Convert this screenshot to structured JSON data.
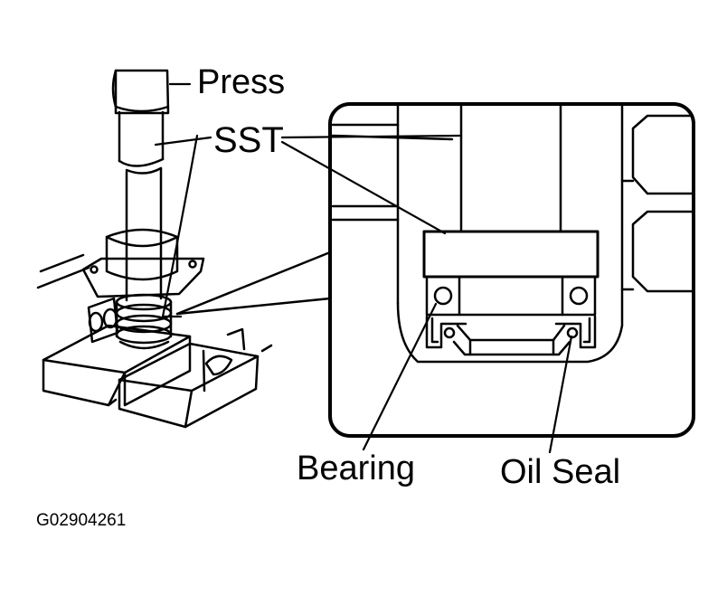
{
  "labels": {
    "press": "Press",
    "sst": "SST",
    "bearing": "Bearing",
    "oil_seal": "Oil Seal"
  },
  "figure_code": "G02904261",
  "colors": {
    "line": "#000000",
    "background": "#ffffff"
  }
}
